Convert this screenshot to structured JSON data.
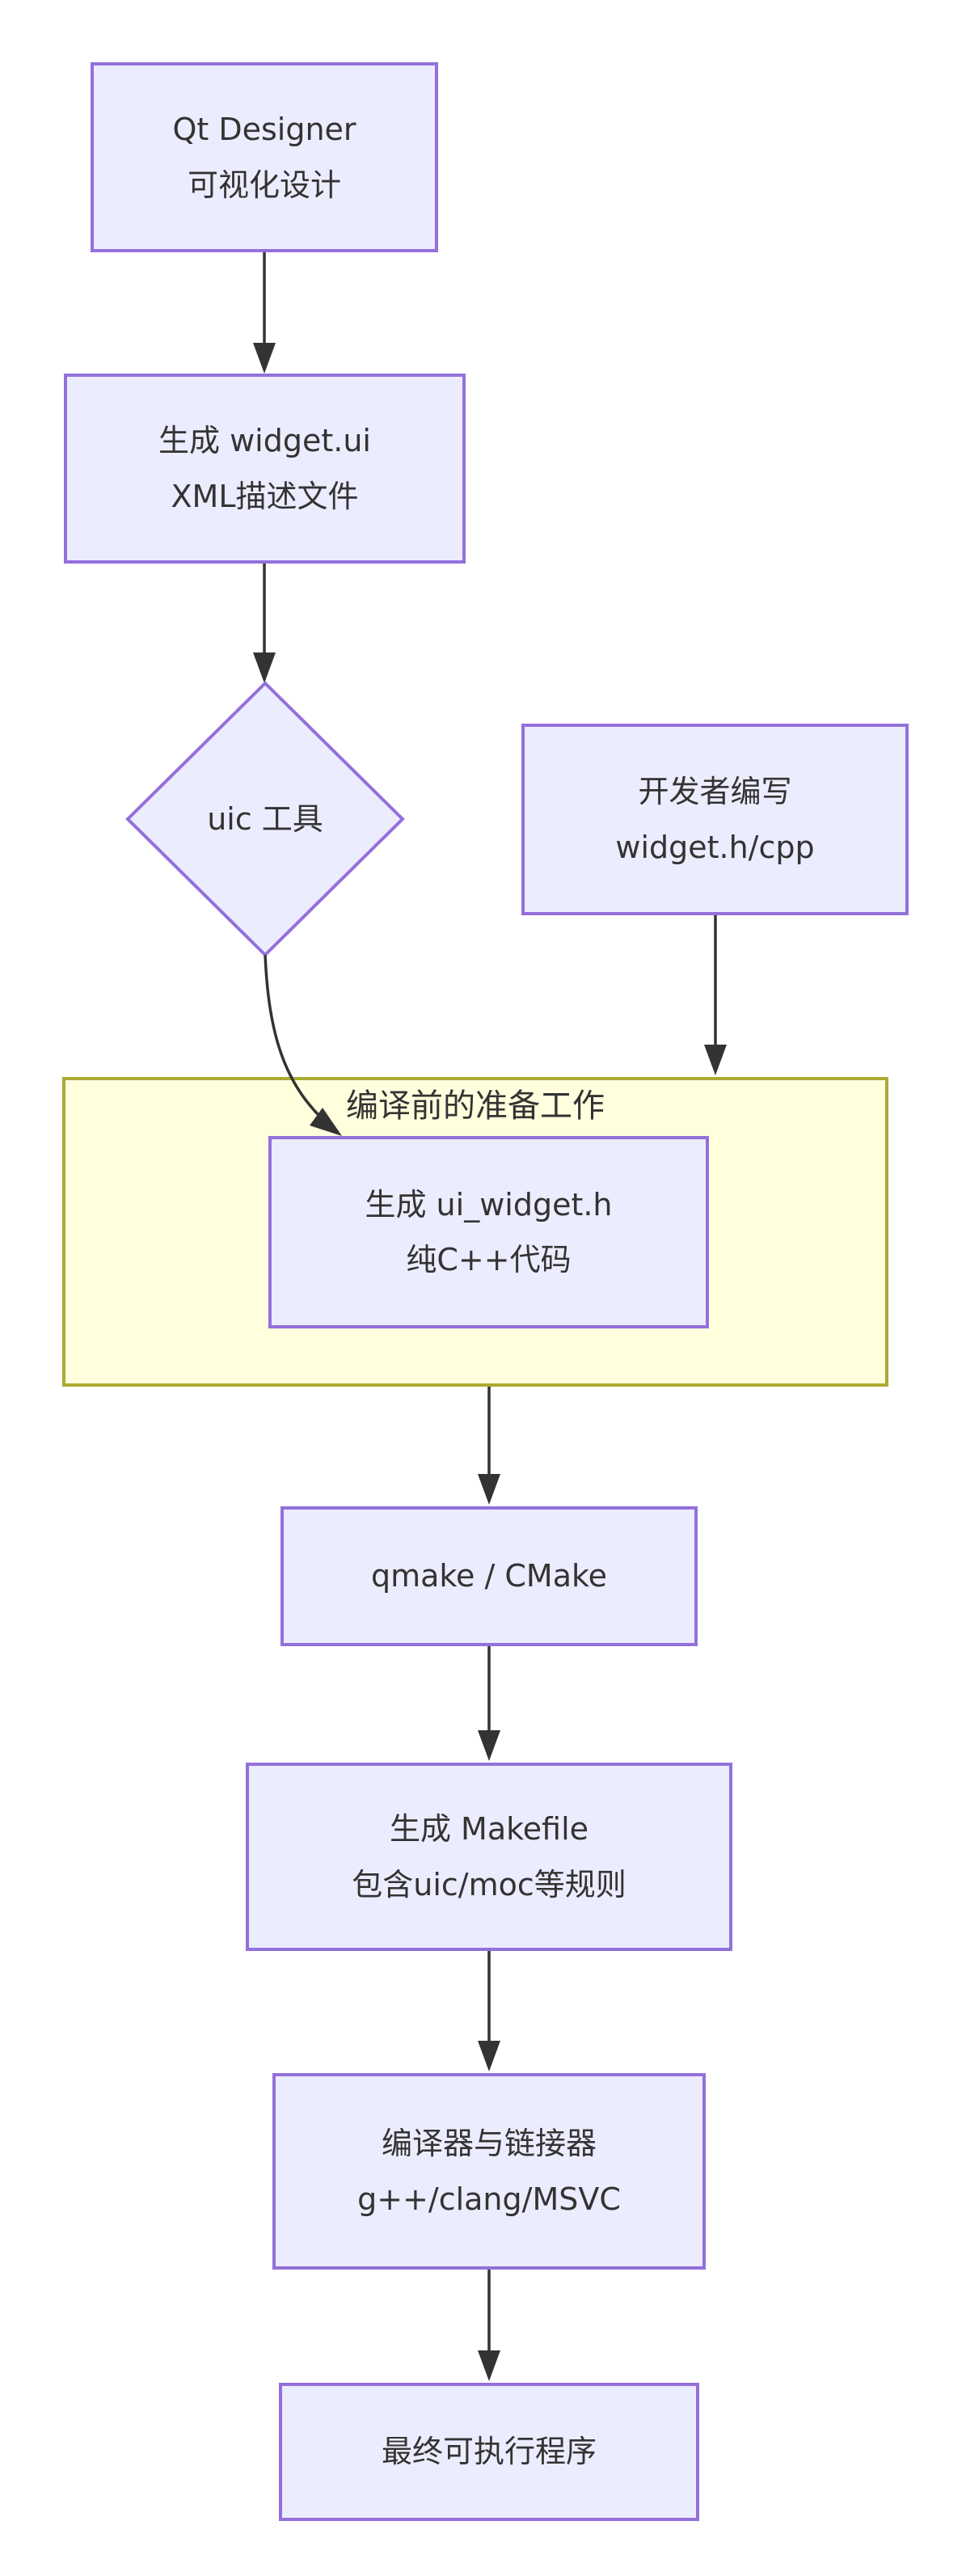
{
  "diagram_title": "Qt UI build pipeline flowchart",
  "cluster": {
    "title": "编译前的准备工作"
  },
  "nodes": {
    "designer": {
      "label": "Qt Designer\n可视化设计"
    },
    "widget_ui": {
      "label": "生成 widget.ui\nXML描述文件"
    },
    "uic_tool": {
      "label": "uic 工具"
    },
    "dev_code": {
      "label": "开发者编写\nwidget.h/cpp"
    },
    "ui_header": {
      "label": "生成 ui_widget.h\n纯C++代码"
    },
    "qmake": {
      "label": "qmake / CMake"
    },
    "makefile": {
      "label": "生成 Makefile\n包含uic/moc等规则"
    },
    "compiler": {
      "label": "编译器与链接器\ng++/clang/MSVC"
    },
    "executable": {
      "label": "最终可执行程序"
    }
  },
  "colors": {
    "node_fill": "#ECECFF",
    "node_border": "#9370DB",
    "cluster_fill": "#FFFFDE",
    "cluster_border": "#AAAA33",
    "edge": "#333333",
    "text": "#333333"
  }
}
